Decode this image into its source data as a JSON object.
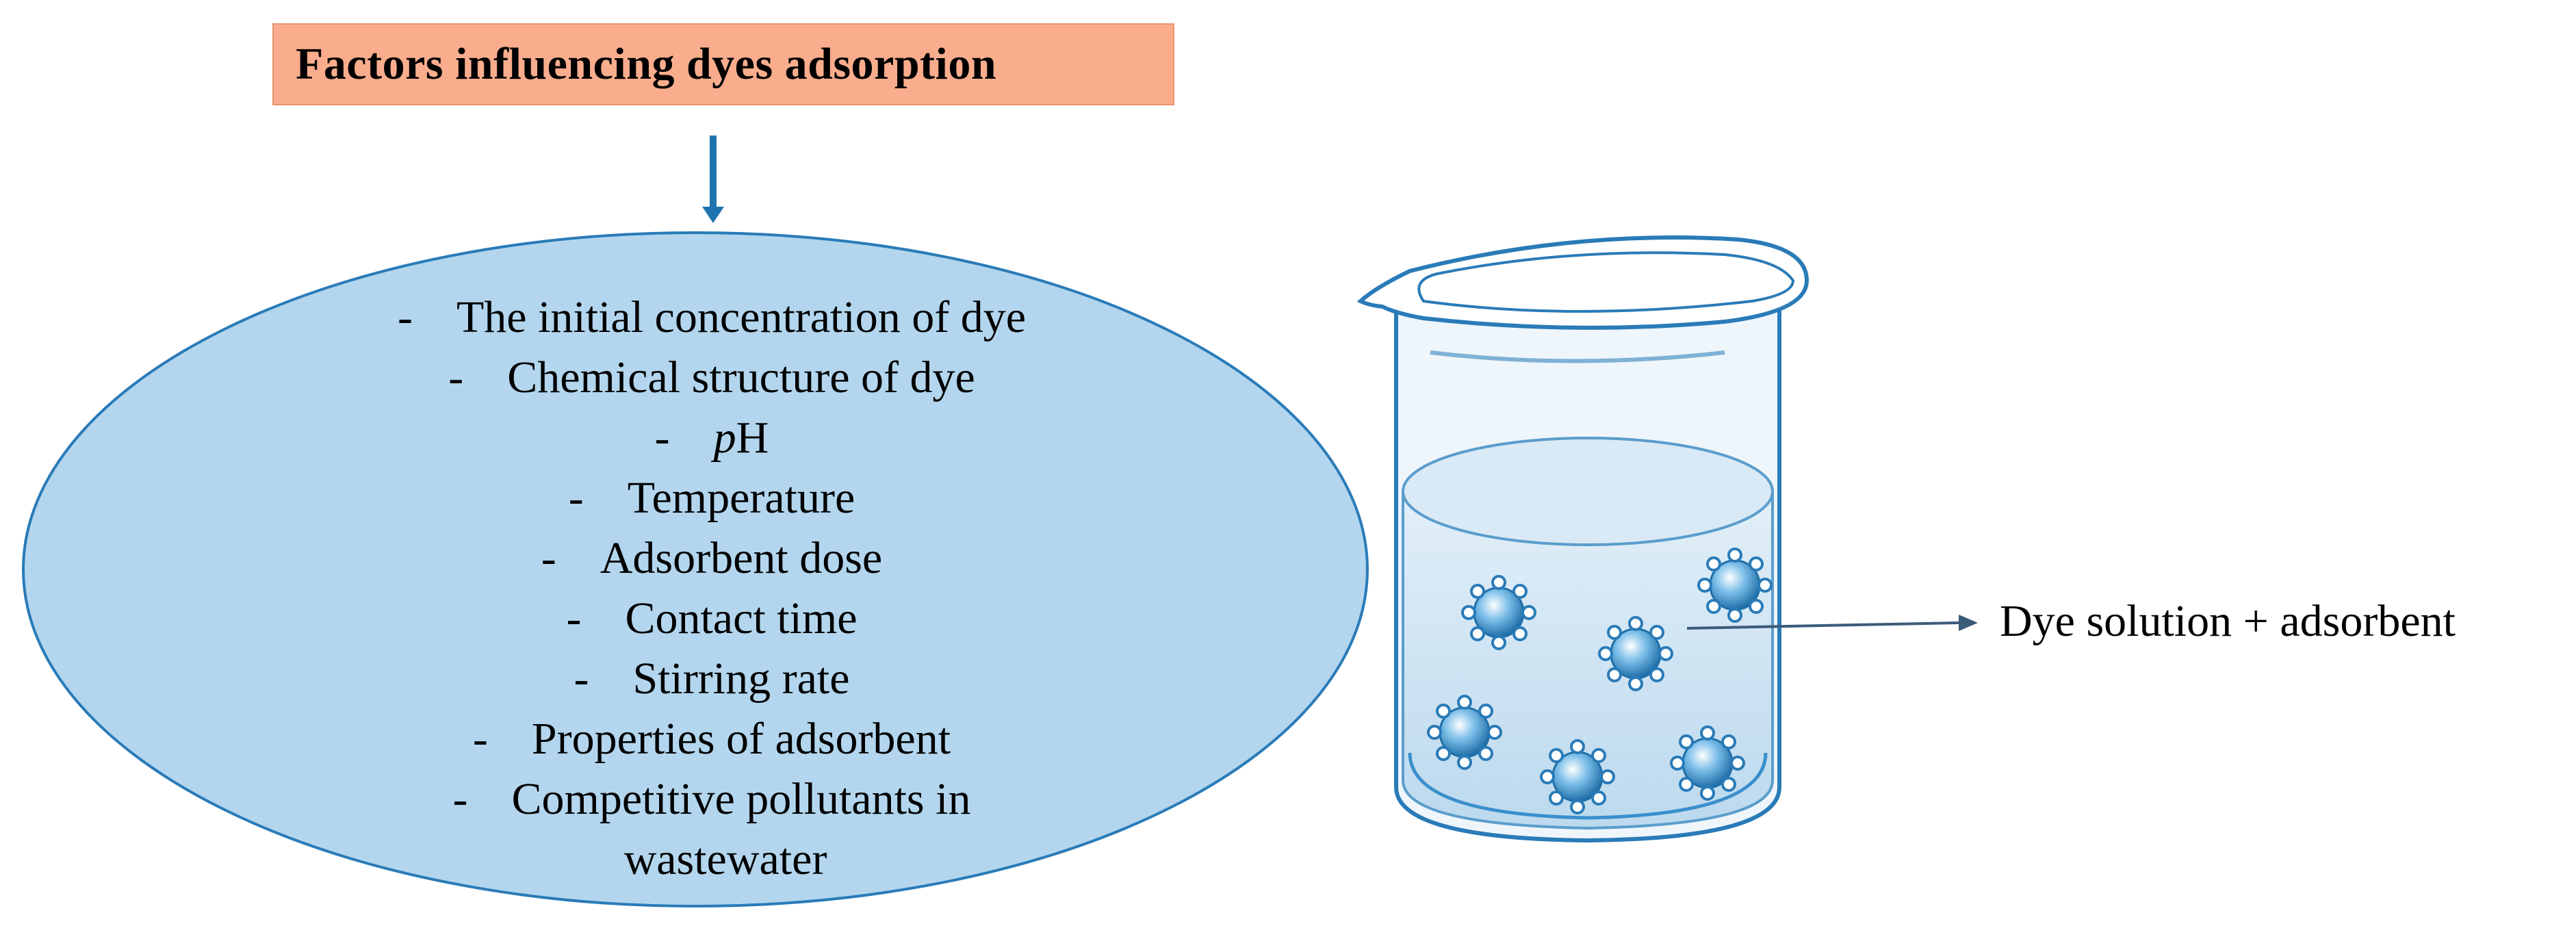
{
  "title": "Factors influencing dyes adsorption",
  "factors": [
    {
      "dash": "-",
      "text": "The initial concentration of dye"
    },
    {
      "dash": "-",
      "text": "Chemical structure of dye"
    },
    {
      "dash": "-",
      "italic_prefix": "p",
      "text": "H"
    },
    {
      "dash": "-",
      "text": "Temperature"
    },
    {
      "dash": "-",
      "text": "Adsorbent dose"
    },
    {
      "dash": "-",
      "text": "Contact time"
    },
    {
      "dash": "-",
      "text": "Stirring rate"
    },
    {
      "dash": "-",
      "text": "Properties of adsorbent"
    },
    {
      "dash": "-",
      "text": "Competitive pollutants in"
    },
    {
      "dash": "",
      "text": "wastewater"
    }
  ],
  "beaker_label": "Dye solution + adsorbent",
  "colors": {
    "title_fill": "#f9ad8d",
    "ellipse_fill": "#b3d6ee",
    "ellipse_stroke": "#2a7bb8",
    "arrow": "#1f74b0",
    "particle": "#3a8fcc",
    "liquid": "#cfe4f2"
  }
}
